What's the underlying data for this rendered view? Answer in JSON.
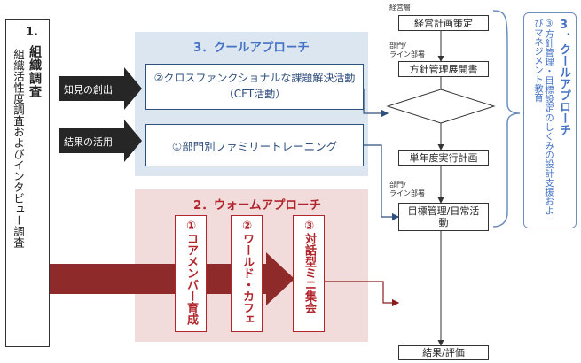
{
  "survey": {
    "number": "1.",
    "title": "組織調査",
    "subtitle": "組織活性度調査およびインタビュー調査"
  },
  "cool_approach": {
    "title": "3．クールアプローチ",
    "cft": "②クロスファンクショナルな課題解決活動（CFT活動）",
    "family_training": "①部門別ファミリートレーニング"
  },
  "warm_approach": {
    "title": "2．ウォームアプローチ",
    "items": [
      {
        "num": "①",
        "label": "コアメンバー育成"
      },
      {
        "num": "②",
        "label": "ワールド・カフェ"
      },
      {
        "num": "③",
        "label": "対話型ミニ集会"
      }
    ]
  },
  "arrows": {
    "knowledge": "知見の創出",
    "results": "結果の活用"
  },
  "flow": {
    "mgmt_label": "経営層",
    "mgmt_plan": "経営計画策定",
    "dept_label1": "部門/",
    "line_label1": "ライン部署",
    "policy": "方針管理展開書",
    "annual": "単年度実行計画",
    "dept_label2": "部門/",
    "line_label2": "ライン部署",
    "goal": "目標管理/日常活動",
    "result": "結果/評価"
  },
  "side_panel": {
    "title": "3．クールアプローチ",
    "body": "③方針管理・目標設定のしくみの設計支援およびマネジメント教育"
  }
}
